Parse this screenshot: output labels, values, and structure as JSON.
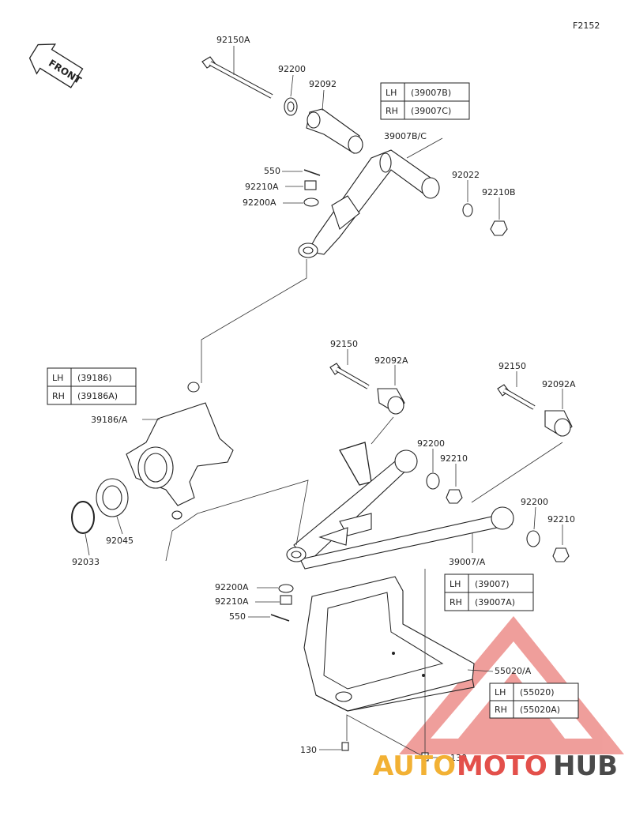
{
  "figure_code": "F2152",
  "front_label": "FRONT",
  "parts": {
    "p92150A": "92150A",
    "p92200": "92200",
    "p92092": "92092",
    "p39007BC": "39007B/C",
    "p550_top": "550",
    "p92210A_top": "92210A",
    "p92200A_top": "92200A",
    "p92022": "92022",
    "p92210B": "92210B",
    "p92150_left": "92150",
    "p92092A_left": "92092A",
    "p92150_right": "92150",
    "p92092A_right": "92092A",
    "p39186A": "39186/A",
    "p92200_mid": "92200",
    "p92210_mid": "92210",
    "p92200_right": "92200",
    "p92210_right": "92210",
    "p39007A": "39007/A",
    "p92033": "92033",
    "p92045": "92045",
    "p92200A_bottom": "92200A",
    "p92210A_bottom": "92210A",
    "p550_bottom": "550",
    "p55020A": "55020/A",
    "p130_left": "130",
    "p130_right": "130"
  },
  "tables": {
    "upper_arm": {
      "rows": [
        {
          "side": "LH",
          "code": "(39007B)"
        },
        {
          "side": "RH",
          "code": "(39007C)"
        }
      ]
    },
    "knuckle": {
      "rows": [
        {
          "side": "LH",
          "code": "(39186)"
        },
        {
          "side": "RH",
          "code": "(39186A)"
        }
      ]
    },
    "lower_arm": {
      "rows": [
        {
          "side": "LH",
          "code": "(39007)"
        },
        {
          "side": "RH",
          "code": "(39007A)"
        }
      ]
    },
    "guard": {
      "rows": [
        {
          "side": "LH",
          "code": "(55020)"
        },
        {
          "side": "RH",
          "code": "(55020A)"
        }
      ]
    }
  },
  "watermark": {
    "part1": "AUTO",
    "part2": "MOTO",
    "part3": "HUB",
    "colors": {
      "auto": "#f2b134",
      "moto": "#e3504b",
      "hub": "#4a4a4a",
      "triangle": "#e3504b"
    }
  }
}
